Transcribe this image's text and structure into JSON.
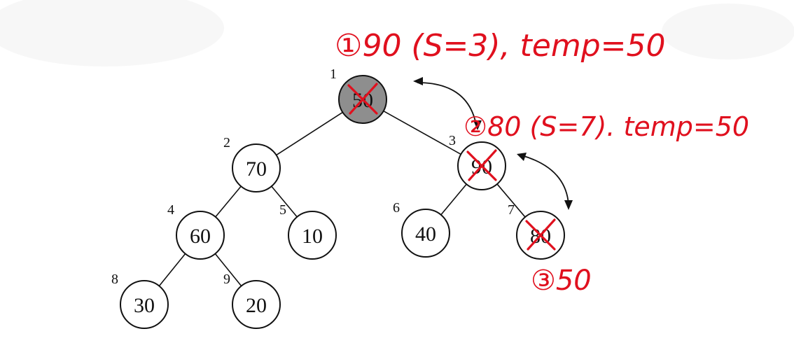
{
  "tree": {
    "nodes": [
      {
        "index": "1",
        "value": "50",
        "highlighted": true,
        "crossed": true
      },
      {
        "index": "2",
        "value": "70",
        "highlighted": false,
        "crossed": false
      },
      {
        "index": "3",
        "value": "90",
        "highlighted": false,
        "crossed": true
      },
      {
        "index": "4",
        "value": "60",
        "highlighted": false,
        "crossed": false
      },
      {
        "index": "5",
        "value": "10",
        "highlighted": false,
        "crossed": false
      },
      {
        "index": "6",
        "value": "40",
        "highlighted": false,
        "crossed": false
      },
      {
        "index": "7",
        "value": "80",
        "highlighted": false,
        "crossed": true
      },
      {
        "index": "8",
        "value": "30",
        "highlighted": false,
        "crossed": false
      },
      {
        "index": "9",
        "value": "20",
        "highlighted": false,
        "crossed": false
      }
    ],
    "edges": [
      [
        "1",
        "2"
      ],
      [
        "1",
        "3"
      ],
      [
        "2",
        "4"
      ],
      [
        "2",
        "5"
      ],
      [
        "3",
        "6"
      ],
      [
        "3",
        "7"
      ],
      [
        "4",
        "8"
      ],
      [
        "4",
        "9"
      ]
    ]
  },
  "annotations": {
    "step1": "①90 (S=3), temp=50",
    "step2": "②80 (S=7). temp=50",
    "step3": "③50"
  },
  "colors": {
    "ink": "#e0101e",
    "root_fill": "#8e8e8e",
    "node_fill": "#ffffff"
  }
}
